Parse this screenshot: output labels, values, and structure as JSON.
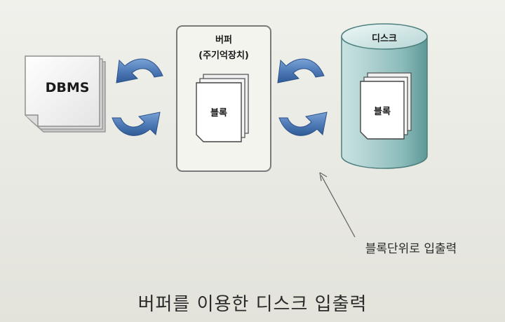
{
  "dbms": {
    "label": "DBMS"
  },
  "buffer": {
    "title": "버퍼",
    "subtitle": "(주기억장치)",
    "block_label": "블록"
  },
  "disk": {
    "title": "디스크",
    "block_label": "블록"
  },
  "annotation": {
    "text": "블록단위로 입출력"
  },
  "caption": {
    "text": "버퍼를 이용한 디스크 입출력"
  },
  "colors": {
    "arrow": "#4f7bb8",
    "disk": "#9cc6c5",
    "buffer_bg": "#f3f3ee",
    "page": "#ffffff"
  }
}
